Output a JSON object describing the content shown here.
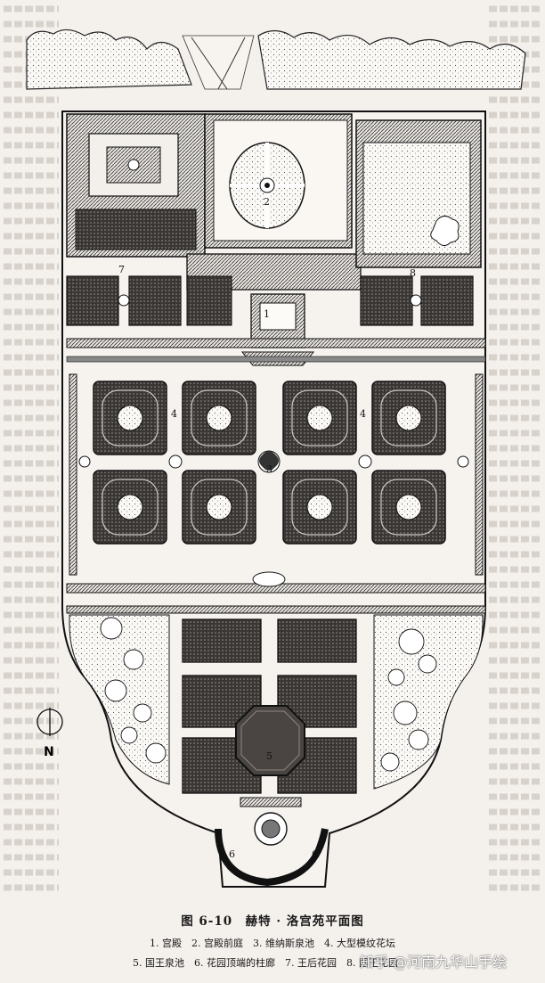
{
  "figure": {
    "title": "图 6-10　赫特 · 洛宫苑平面图",
    "legend_line1": "1. 宫殿　2. 宫殿前庭　3. 维纳斯泉池　4. 大型模纹花坛",
    "legend_line2": "5. 国王泉池　6. 花园顶端的柱廊　7. 王后花园　8. 国王花园"
  },
  "plan_labels": {
    "palace": "1",
    "forecourt": "2",
    "venus_fountain": "3",
    "parterre_left": "4",
    "parterre_right": "4",
    "kings_fountain": "5",
    "colonnade_left": "6",
    "colonnade_right": "6",
    "queens_garden": "7",
    "kings_garden": "8"
  },
  "compass": {
    "letter": "N"
  },
  "watermark": "知乎 @河南九华山手绘"
}
